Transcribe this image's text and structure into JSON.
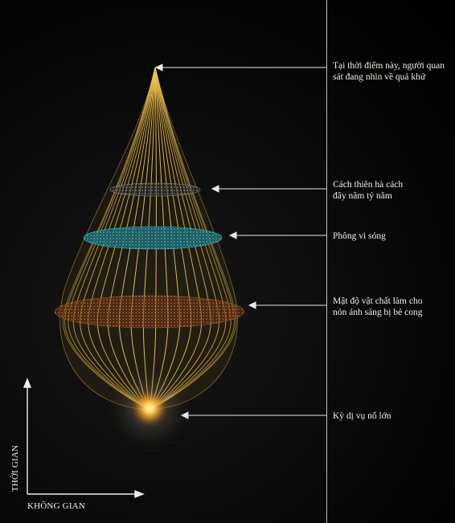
{
  "annotations": [
    {
      "lines": [
        "Tại thời điểm này, người quan",
        "sát đang nhìn về quá khứ"
      ]
    },
    {
      "lines": [
        "Cách thiên hà cách",
        "đây năm tỷ năm"
      ]
    },
    {
      "lines": [
        "Phông vi sóng"
      ]
    },
    {
      "lines": [
        "Mật độ vật chất làm cho",
        "nón ánh sáng bị bẻ cong"
      ]
    },
    {
      "lines": [
        "Kỳ dị vụ nổ lớn"
      ]
    }
  ],
  "axes": {
    "vertical": "THỜI GIAN",
    "horizontal": "KHÔNG GIAN"
  },
  "colors": {
    "cone_line": "#f0c04a",
    "galaxy_band": "#9aa0a0",
    "microwave_band": "#3fb7c2",
    "matter_band": "#d9793a",
    "arrow": "#e8e8e8"
  }
}
